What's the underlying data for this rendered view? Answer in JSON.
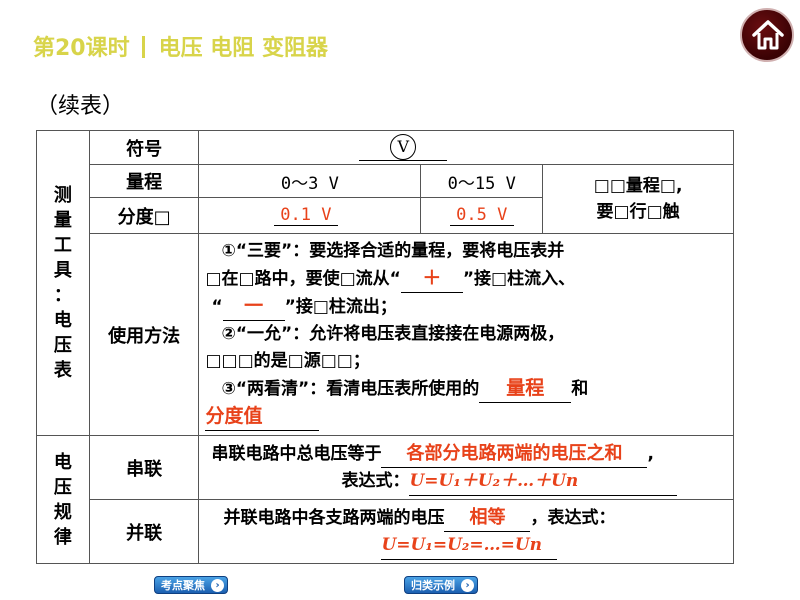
{
  "header": {
    "lesson": "第20课时",
    "topic": "电压 电阻 变阻器",
    "home_icon": "home-icon"
  },
  "continued_label": "（续表）",
  "table": {
    "section1_label": [
      "测",
      "量",
      "工",
      "具",
      "：",
      "电",
      "压",
      "表"
    ],
    "rows": {
      "symbol": {
        "label": "符号",
        "value": "V"
      },
      "range": {
        "label": "量程",
        "small": "0～3 V",
        "large": "0～15 V"
      },
      "division": {
        "label": "分度□",
        "small": "0.1 V",
        "large": "0.5 V"
      },
      "note": [
        "□□量程□,",
        "要□行□触"
      ],
      "usage": {
        "label": "使用方法",
        "line1": "①“三要”：要选择合适的量程，要将电压表并",
        "line2a": "□在□路中，要使□流从“",
        "plus": "＋",
        "line2b": "”接□柱流入、",
        "line3a": "“",
        "minus": "一",
        "line3b": "”接□柱流出；",
        "line4": "②“一允”：允许将电压表直接接在电源两极，",
        "line5": "□□□的是□源□□；",
        "line6a": "③“两看清”：看清电压表所使用的",
        "ans_range": "量程",
        "line6b": "和",
        "ans_division": "分度值"
      }
    },
    "section2_label": [
      "电",
      "压",
      "规",
      "律"
    ],
    "series": {
      "label": "串联",
      "text": "串联电路中总电压等于",
      "answer": "各部分电路两端的电压之和",
      "tail": ",",
      "expr_label": "表达式：",
      "expr": "U=U₁＋U₂＋…＋Un"
    },
    "parallel": {
      "label": "并联",
      "text": "并联电路中各支路两端的电压",
      "answer": "相等",
      "tail": "，表达式：",
      "expr": "U=U₁=U₂=…=Un"
    }
  },
  "nav": {
    "left": "考点聚焦",
    "right": "归类示例"
  }
}
